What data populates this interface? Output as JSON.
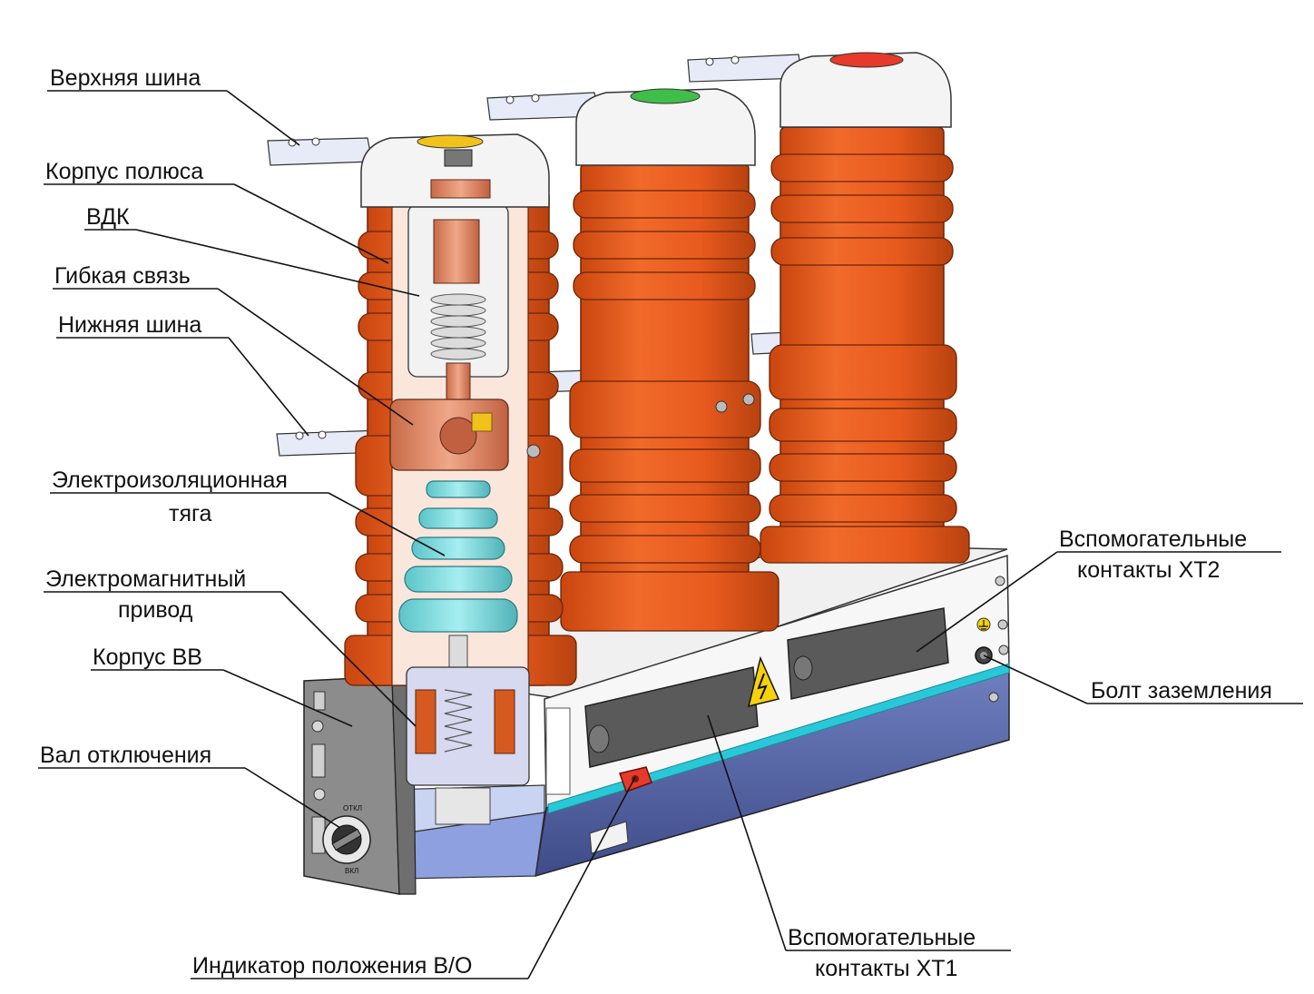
{
  "labels": {
    "upper_bus": "Верхняя шина",
    "pole_housing": "Корпус полюса",
    "vdk": "ВДК",
    "flex_link": "Гибкая связь",
    "lower_bus": "Нижняя шина",
    "insulating_rod_line1": "Электроизоляционная",
    "insulating_rod_line2": "тяга",
    "em_drive_line1": "Электромагнитный",
    "em_drive_line2": "привод",
    "breaker_housing": "Корпус ВВ",
    "trip_shaft": "Вал отключения",
    "position_indicator": "Индикатор положения В/О",
    "aux_xt2_line1": "Вспомогательные",
    "aux_xt2_line2": "контакты ХТ2",
    "ground_bolt": "Болт заземления",
    "aux_xt1_line1": "Вспомогательные",
    "aux_xt1_line2": "контакты ХТ1"
  },
  "colors": {
    "pole_orange": "#e85a1e",
    "pole_orange_dark": "#b8420f",
    "copper": "#e8906a",
    "insulator_cyan": "#7fd9dc",
    "base_blue": "#5a6aa8",
    "base_top": "#f2f2f2",
    "aux_block": "#5a5a5a",
    "indicator_red": "#e63a2a",
    "indicator_green": "#3fbf4a",
    "indicator_yellow": "#f2c21c",
    "warning_yellow": "#f5d20a",
    "cyan_stripe": "#28c8d8"
  },
  "icons": {
    "warning": "high-voltage-warning-icon",
    "ground": "ground-symbol-icon"
  }
}
